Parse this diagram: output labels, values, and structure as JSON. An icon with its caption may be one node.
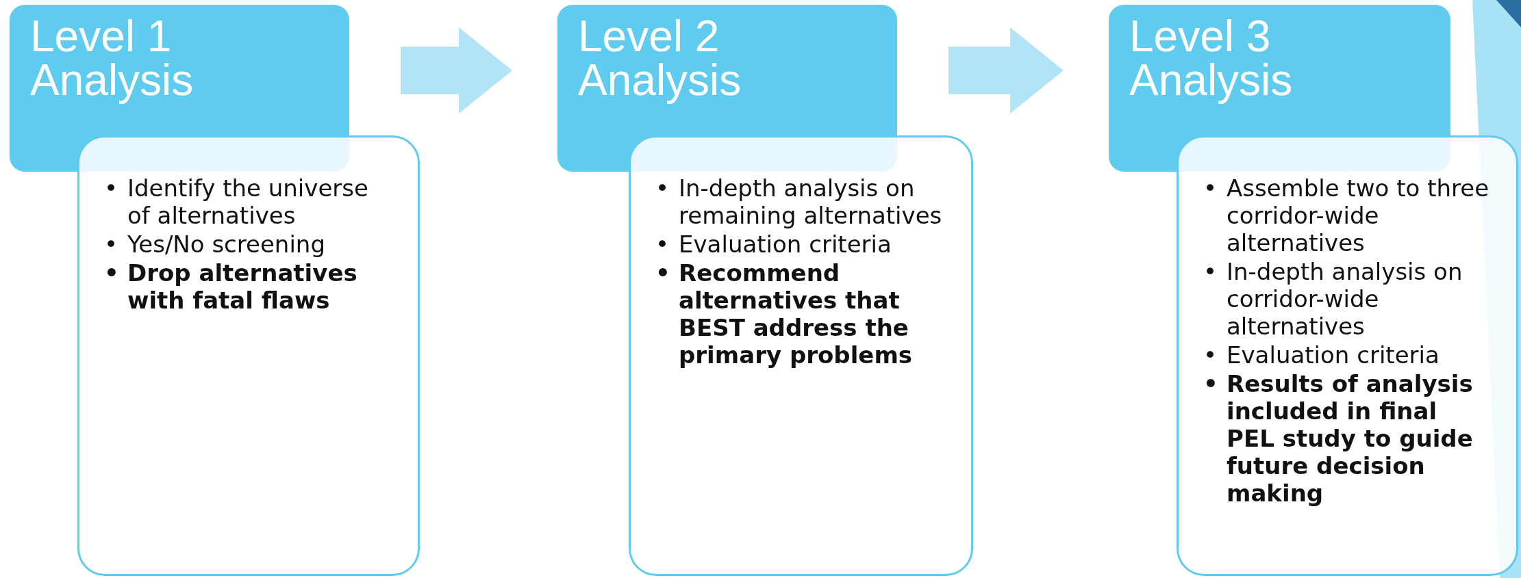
{
  "diagram": {
    "nodes": [
      {
        "text": [
          "Level 1 Analysis"
        ]
      },
      {
        "text": [
          "• Identify the universe of alternatives",
          "• Yes/No screening",
          "• Drop alternatives with fatal flaws"
        ]
      },
      {
        "text": [
          "Level 2 Analysis"
        ]
      },
      {
        "text": [
          "• In-depth analysis on remaining alternatives",
          "• Evaluation criteria",
          "• Recommend alternatives that BEST address the primary problems"
        ]
      },
      {
        "text": [
          "Level 3 Analysis"
        ]
      },
      {
        "text": [
          "• Assemble two to three corridor-wide alternatives",
          "• In-depth analysis on corridor-wide alternatives",
          "• Evaluation criteria",
          "• Results of analysis included in final PEL study to guide future decision making"
        ]
      }
    ],
    "edges": [
      {
        "from": 0,
        "to": 2,
        "arrow": "to"
      },
      {
        "from": 2,
        "to": 4,
        "arrow": "to"
      }
    ]
  }
}
